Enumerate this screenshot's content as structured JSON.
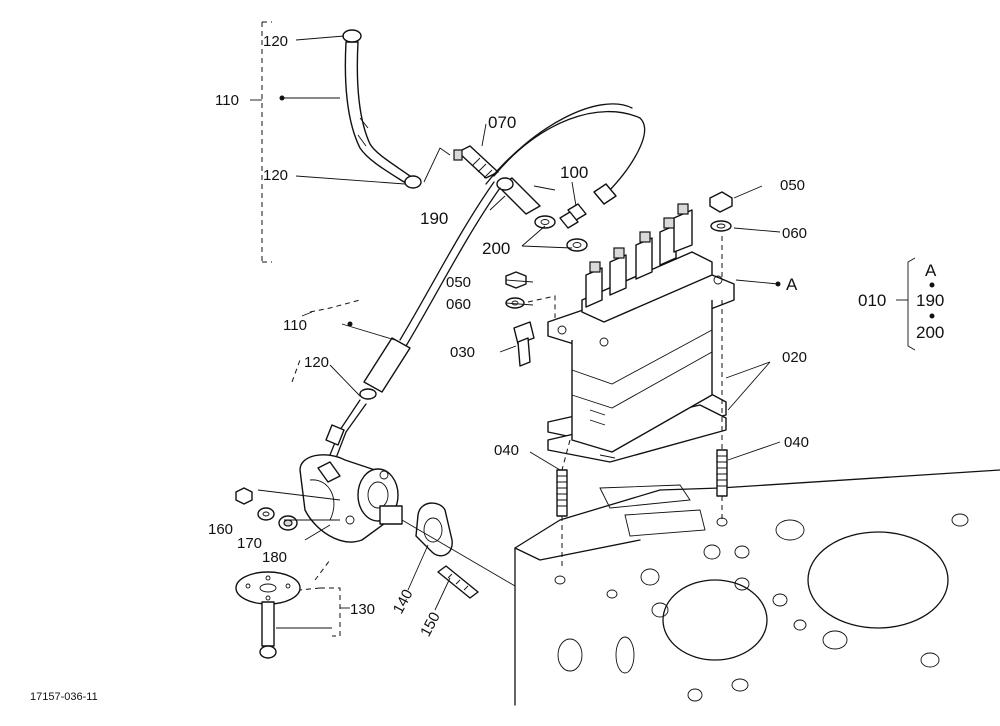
{
  "diagram": {
    "callouts": {
      "p120_top": "120",
      "p110_top": "110",
      "p120_mid": "120",
      "p070": "070",
      "p190": "190",
      "p100": "100",
      "p200": "200",
      "p050_left": "050",
      "p060_left": "060",
      "p030": "030",
      "p110_low": "110",
      "p120_low": "120",
      "p040_left": "040",
      "p050_right": "050",
      "p060_right": "060",
      "pA": "A",
      "p020": "020",
      "p040_right": "040",
      "p160": "160",
      "p170": "170",
      "p180": "180",
      "p130": "130",
      "p140": "140",
      "p150": "150"
    },
    "assembly_key": {
      "parent": "010",
      "items": [
        "A",
        "190",
        "200"
      ]
    },
    "drawing_number": "17157-036-11"
  }
}
